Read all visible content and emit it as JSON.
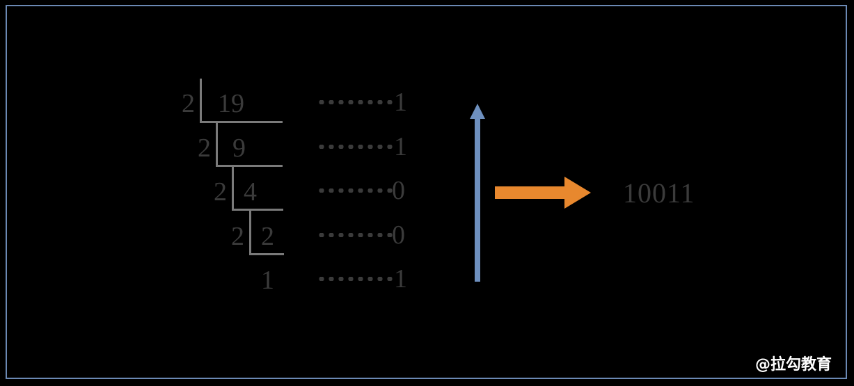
{
  "figure": {
    "title": "Decimal 19 to binary by repeated division by 2",
    "background_color": "#000000",
    "frame_color": "#6b89b4",
    "ink_color": "#3b3b3b",
    "rule_color": "#7a7a7a",
    "blue_arrow_color": "#6e90bf",
    "orange_arrow_color": "#e8882e"
  },
  "ladder": {
    "rows": [
      {
        "divisor": "2",
        "dividend": "19",
        "remainder": "1"
      },
      {
        "divisor": "2",
        "dividend": "9",
        "remainder": "1"
      },
      {
        "divisor": "2",
        "dividend": "4",
        "remainder": "0"
      },
      {
        "divisor": "2",
        "dividend": "2",
        "remainder": "0"
      },
      {
        "divisor": "",
        "dividend": "1",
        "remainder": "1"
      }
    ]
  },
  "arrows": {
    "read_direction_label": "up",
    "convert_label": "right"
  },
  "result": {
    "value": "10011"
  },
  "watermark": {
    "text": "@拉勾教育"
  }
}
